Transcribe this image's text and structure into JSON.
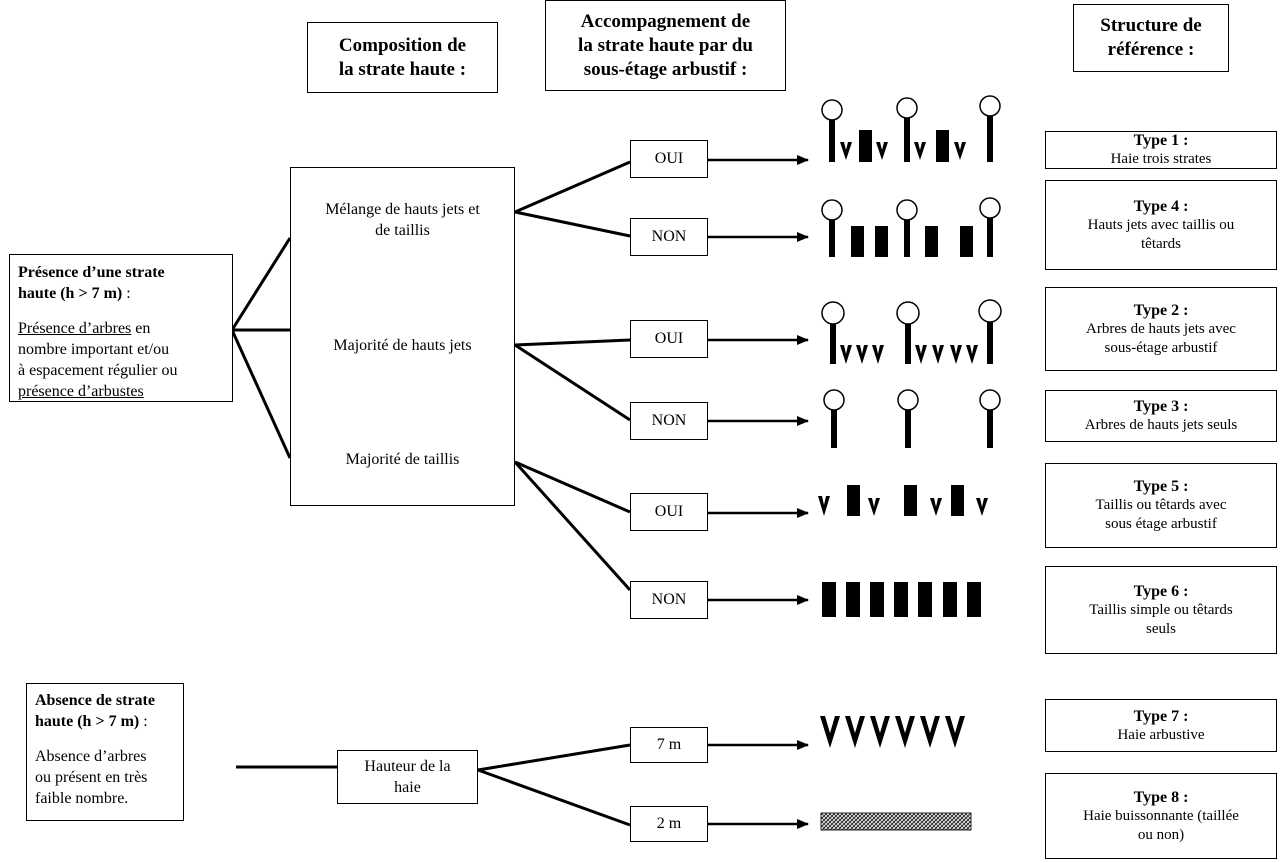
{
  "headers": {
    "composition": [
      "Composition de",
      "la strate haute :"
    ],
    "accompagnement": [
      "Accompagnement de",
      "la strate haute par du",
      "sous-étage arbustif :"
    ],
    "structure": [
      "Structure de",
      "référence :"
    ]
  },
  "presence": {
    "title_line1": "Présence d’une strate",
    "title_line2_bold": "haute (h > 7 m)",
    "title_line2_rest": " :",
    "desc_underlined_1": "Présence d’arbres",
    "desc_1_rest": " en",
    "desc_2": "nombre important et/ou",
    "desc_3": "à espacement régulier ou",
    "desc_underlined_4": "présence d’arbustes"
  },
  "absence": {
    "title_line1": "Absence de strate",
    "title_line2_bold": "haute (h > 7 m)",
    "title_line2_rest": " :",
    "desc_1": "Absence d’arbres",
    "desc_2": "ou présent en très",
    "desc_3": "faible nombre."
  },
  "composition_options": {
    "melange": [
      "Mélange de hauts jets et",
      "de taillis"
    ],
    "hauts_jets": "Majorité de hauts jets",
    "taillis": "Majorité de taillis"
  },
  "hauteur": [
    "Hauteur de la",
    "haie"
  ],
  "answers": {
    "oui": "OUI",
    "non": "NON",
    "h7": "7 m",
    "h2": "2 m"
  },
  "types": [
    {
      "title": "Type 1 :",
      "desc": [
        "Haie trois strates"
      ]
    },
    {
      "title": "Type 4 :",
      "desc": [
        "Hauts jets avec taillis ou",
        "têtards"
      ]
    },
    {
      "title": "Type 2 :",
      "desc": [
        "Arbres de hauts jets avec",
        "sous-étage arbustif"
      ]
    },
    {
      "title": "Type 3 :",
      "desc": [
        "Arbres de hauts jets seuls"
      ]
    },
    {
      "title": "Type 5 :",
      "desc": [
        "Taillis ou têtards avec",
        "sous étage arbustif"
      ]
    },
    {
      "title": "Type 6 :",
      "desc": [
        "Taillis simple ou têtards",
        "seuls"
      ]
    },
    {
      "title": "Type 7 :",
      "desc": [
        "Haie arbustive"
      ]
    },
    {
      "title": "Type 8 :",
      "desc": [
        "Haie buissonnante (taillée",
        "ou non)"
      ]
    }
  ],
  "icons": {
    "tree": "tall-tree-icon",
    "shrub": "shrub-v-icon",
    "coppice": "coppice-block-icon",
    "hedge": "low-hedge-icon"
  },
  "colors": {
    "ink": "#000000",
    "paper": "#ffffff",
    "hatch": "#555555"
  }
}
